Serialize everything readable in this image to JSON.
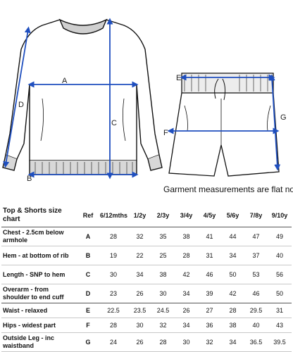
{
  "illustration": {
    "sweatshirt_letters": [
      "A",
      "B",
      "C",
      "D"
    ],
    "shorts_letters": [
      "E",
      "F",
      "G"
    ],
    "measure_line_color": "#1f4fbf"
  },
  "note": "Garment measurements are flat not",
  "table": {
    "title": "Top & Shorts size chart",
    "headers": [
      "Ref",
      "6/12mths",
      "1/2y",
      "2/3y",
      "3/4y",
      "4/5y",
      "5/6y",
      "7/8y",
      "9/10y"
    ],
    "rows": [
      {
        "label": "Chest - 2.5cm below armhole",
        "ref": "A",
        "values": [
          "28",
          "32",
          "35",
          "38",
          "41",
          "44",
          "47",
          "49"
        ]
      },
      {
        "label": "Hem - at bottom of rib",
        "ref": "B",
        "values": [
          "19",
          "22",
          "25",
          "28",
          "31",
          "34",
          "37",
          "40"
        ]
      },
      {
        "label": "Length - SNP to hem",
        "ref": "C",
        "values": [
          "30",
          "34",
          "38",
          "42",
          "46",
          "50",
          "53",
          "56"
        ]
      },
      {
        "label": "Overarm - from shoulder to end cuff",
        "ref": "D",
        "values": [
          "23",
          "26",
          "30",
          "34",
          "39",
          "42",
          "46",
          "50"
        ]
      },
      {
        "label": "Waist - relaxed",
        "ref": "E",
        "values": [
          "22.5",
          "23.5",
          "24.5",
          "26",
          "27",
          "28",
          "29.5",
          "31"
        ]
      },
      {
        "label": "Hips - widest part",
        "ref": "F",
        "values": [
          "28",
          "30",
          "32",
          "34",
          "36",
          "38",
          "40",
          "43"
        ]
      },
      {
        "label": "Outside Leg - inc waistband",
        "ref": "G",
        "values": [
          "24",
          "26",
          "28",
          "30",
          "32",
          "34",
          "36.5",
          "39.5"
        ]
      }
    ]
  }
}
